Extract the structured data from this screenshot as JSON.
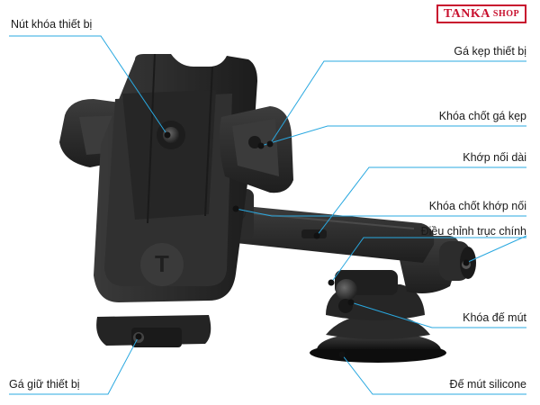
{
  "brand": {
    "name": "TANKA",
    "suffix": "SHOP",
    "color": "#c8102e"
  },
  "callout_color": "#29a8e0",
  "labels": {
    "lock_button": "Nút khóa thiết bị",
    "clamp_arm": "Gá kẹp thiết bị",
    "clamp_lock": "Khóa chốt gá kẹp",
    "long_joint": "Khớp nối dài",
    "joint_lock": "Khóa chốt khớp nối",
    "axis_adjust": "Điều chỉnh trục chính",
    "suction_lock": "Khóa đế mút",
    "silicone_base": "Đế mút silicone",
    "holder_foot": "Gá giữ thiết bị"
  },
  "logo_letter": "T"
}
